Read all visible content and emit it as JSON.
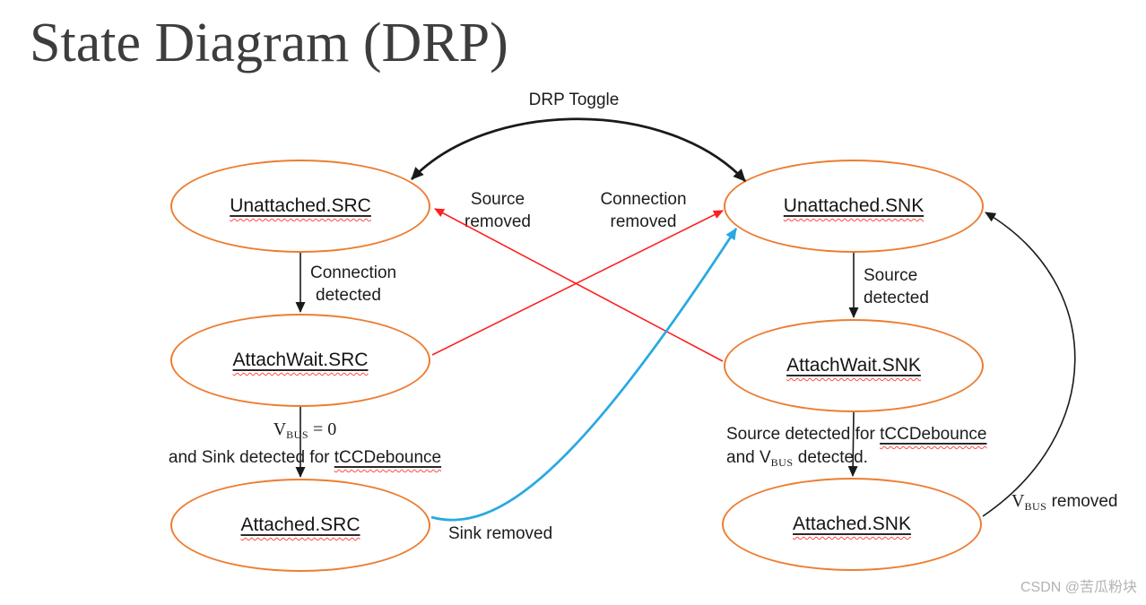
{
  "title": "State Diagram (DRP)",
  "watermark": "CSDN @苦瓜粉块",
  "colors": {
    "state_stroke": "#ED7D31",
    "arrow_black": "#1a1a1a",
    "arrow_red": "#ff1f1f",
    "arrow_blue": "#29a9e1",
    "squiggle_red": "#ff4a42",
    "title_gray": "#3d3d3d"
  },
  "states": {
    "unattached_src": "Unattached.SRC",
    "attachwait_src": "AttachWait.SRC",
    "attached_src": "Attached.SRC",
    "unattached_snk": "Unattached.SNK",
    "attachwait_snk": "AttachWait.SNK",
    "attached_snk": "Attached.SNK"
  },
  "labels": {
    "drp_toggle": "DRP Toggle",
    "source_removed_l1": "Source",
    "source_removed_l2": "removed",
    "connection_removed_l1": "Connection",
    "connection_removed_l2": "removed",
    "connection_detected_l1": "Connection",
    "connection_detected_l2": "detected",
    "source_detected_l1": "Source",
    "source_detected_l2": "detected",
    "vbus_v": "V",
    "vbus_sub": "BUS",
    "vbus_eq": " = 0",
    "sink_detected_prefix": "and Sink detected for ",
    "tccdebounce": "tCCDebounce",
    "source_detected_for": "Source detected for ",
    "and_v": "and V",
    "vbus_detected_sub": "BUS",
    "vbus_detected_suffix": " detected.",
    "sink_removed": "Sink removed",
    "vbus_removed_v": "V",
    "vbus_removed_sub": "BUS",
    "vbus_removed_suffix": " removed"
  }
}
